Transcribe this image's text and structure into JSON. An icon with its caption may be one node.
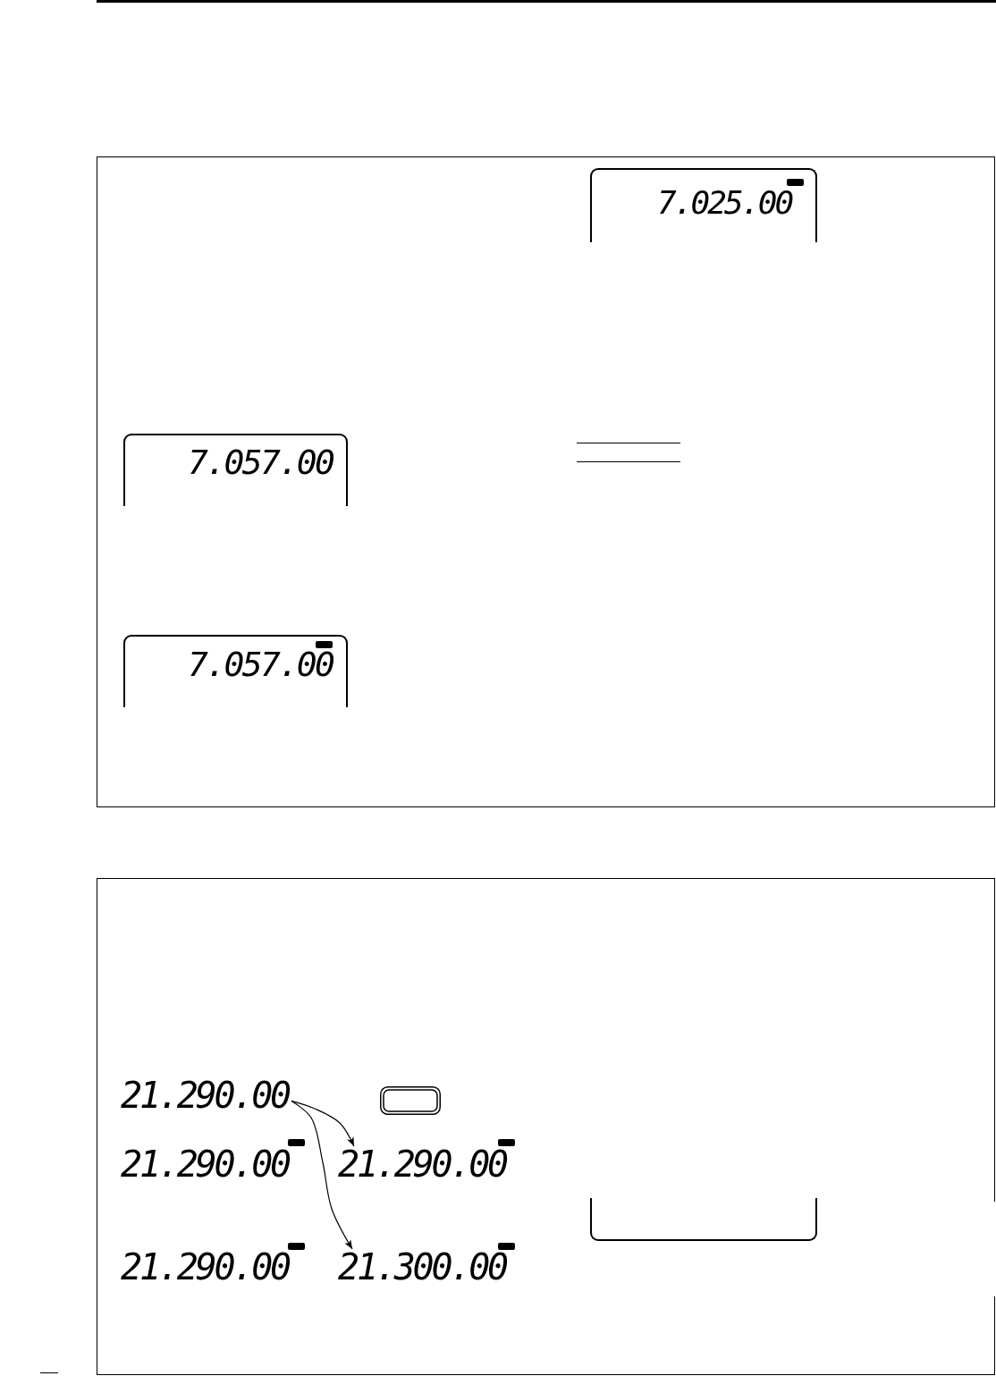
{
  "diagram": {
    "nodes": [
      {
        "text": [],
        "shape": "box"
      },
      {
        "text": [
          "7.025.00"
        ],
        "in": 0
      },
      {
        "text": [
          "7.057.00"
        ],
        "in": 0
      },
      {
        "text": [
          "7.057.00"
        ],
        "in": 0
      },
      {
        "text": [],
        "shape": "box"
      },
      {
        "text": [
          "21.290.00"
        ],
        "in": 4
      },
      {
        "text": [
          "21.290.00"
        ],
        "in": 4
      },
      {
        "text": [
          "21.290.00"
        ],
        "in": 4
      },
      {
        "text": [
          "21.290.00"
        ],
        "in": 4
      },
      {
        "text": [
          "21.300.00"
        ],
        "in": 4
      },
      {
        "text": [],
        "shape": "box",
        "in": 4
      }
    ],
    "edges": [
      {
        "from": 5,
        "to": 7,
        "arrow": "to"
      },
      {
        "from": 5,
        "to": 9,
        "arrow": "to"
      }
    ]
  }
}
